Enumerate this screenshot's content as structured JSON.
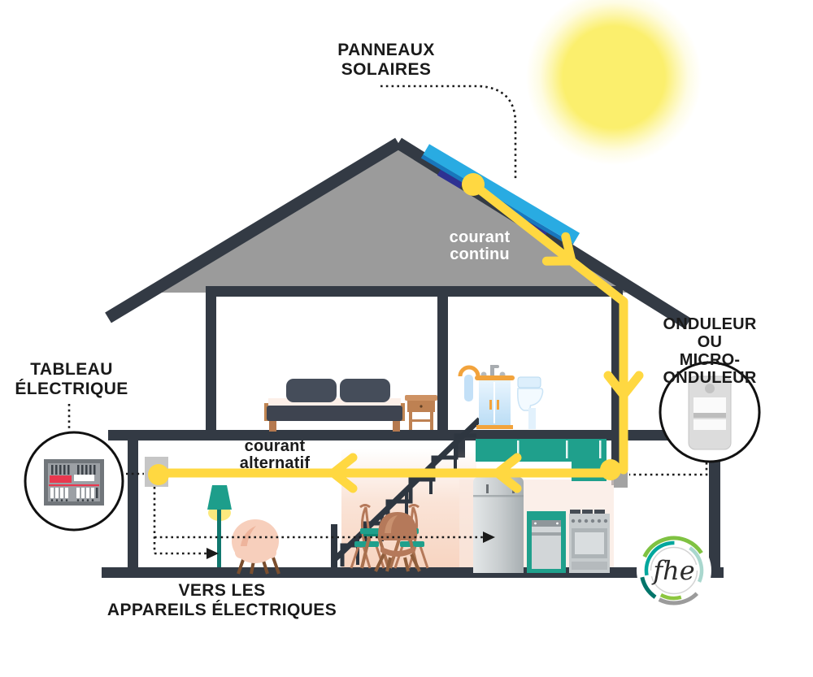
{
  "labels": {
    "solar_panels": "PANNEAUX\nSOLAIRES",
    "dc_current": "courant\ncontinu",
    "inverter": "ONDULEUR OU\nMICRO-ONDULEUR",
    "electrical_panel": "TABLEAU\nÉLECTRIQUE",
    "ac_current": "courant\nalternatif",
    "to_appliances": "VERS LES\nAPPAREILS ÉLECTRIQUES",
    "logo_text": "fhe"
  },
  "colors": {
    "flow_yellow": "#FFD841",
    "sun_yellow": "#FBEF6D",
    "structure_dark": "#333A44",
    "roof_gray": "#9B9B9B",
    "solar_panel_blue": "#29ABE2",
    "solar_panel_navy": "#2E3192",
    "teal": "#1FA08C",
    "peach": "#F6CDB6",
    "armchair_pink": "#F7CFBC",
    "wood_brown": "#B5795A",
    "breaker_red": "#E8384F",
    "bath_orange": "#F2A33C",
    "bath_blue": "#C9E3F8",
    "logo_green": "#7FC242",
    "logo_teal": "#00A79D",
    "label_dark": "#1A1A1A",
    "text_white": "#FFFFFF"
  },
  "icons": [
    "sun-icon",
    "solar-panel-icon",
    "inverter-device-icon",
    "breaker-panel-icon",
    "fhe-logo",
    "bed-icon",
    "nightstand-icon",
    "towel-icon",
    "sink-vanity-icon",
    "toilet-icon",
    "kitchen-cabinets-icon",
    "fridge-icon",
    "dishwasher-icon",
    "stove-icon",
    "stairs-icon",
    "dining-set-icon",
    "floor-lamp-icon",
    "armchair-icon"
  ]
}
